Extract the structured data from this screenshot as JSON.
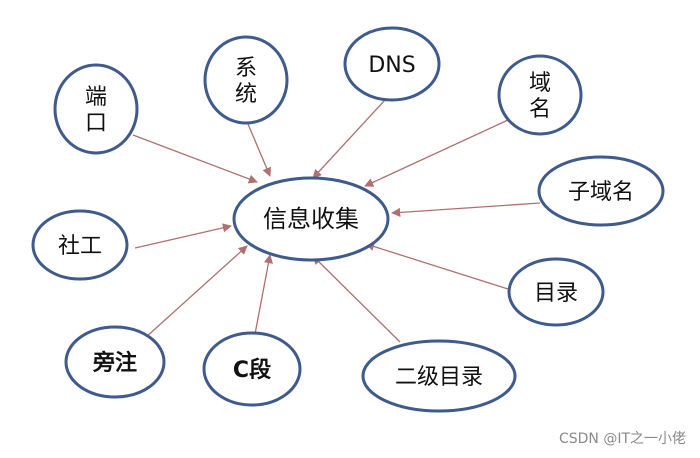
{
  "diagram": {
    "center": {
      "label": "信息收集"
    },
    "nodes": [
      {
        "id": "port",
        "lines": [
          "端",
          "口"
        ],
        "bold": false
      },
      {
        "id": "system",
        "lines": [
          "系",
          "统"
        ],
        "bold": false
      },
      {
        "id": "dns",
        "lines": [
          "DNS"
        ],
        "bold": false
      },
      {
        "id": "domain",
        "lines": [
          "域",
          "名"
        ],
        "bold": false
      },
      {
        "id": "subdomain",
        "lines": [
          "子域名"
        ],
        "bold": false
      },
      {
        "id": "social",
        "lines": [
          "社工"
        ],
        "bold": false
      },
      {
        "id": "directory",
        "lines": [
          "目录"
        ],
        "bold": false
      },
      {
        "id": "side-site",
        "lines": [
          "旁注"
        ],
        "bold": true
      },
      {
        "id": "c-segment",
        "lines": [
          "C段"
        ],
        "bold": true
      },
      {
        "id": "second-level-directory",
        "lines": [
          "二级目录"
        ],
        "bold": false
      }
    ]
  },
  "colors": {
    "node_stroke": "#3f5a8c",
    "edge": "#b07070",
    "text": "#111111",
    "watermark": "#8a8a8a"
  },
  "watermark": "CSDN @IT之一小佬"
}
